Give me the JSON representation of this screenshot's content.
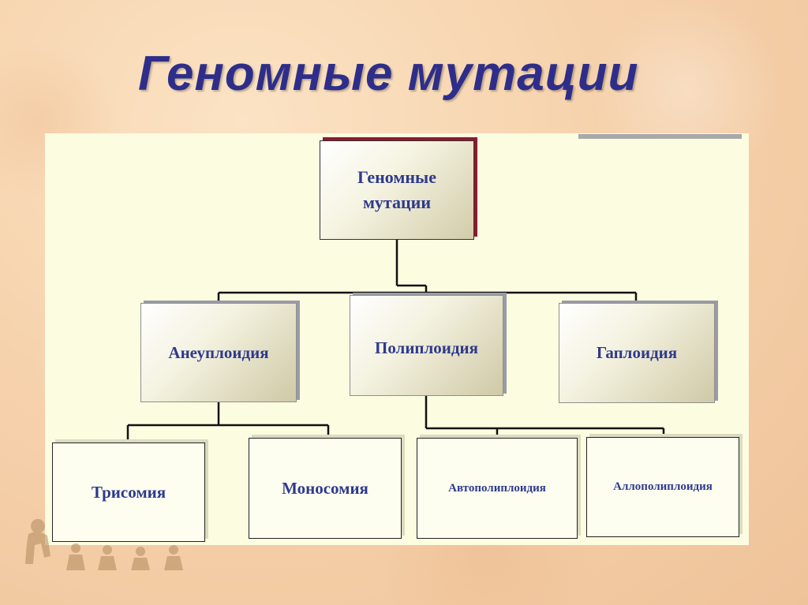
{
  "slide": {
    "title": "Геномные мутации"
  },
  "diagram": {
    "root": {
      "line1": "Геномные",
      "line2": "мутации"
    },
    "level1": {
      "aneuploidy": "Анеуплоидия",
      "polyploidy": "Полиплоидия",
      "haploidy": "Гаплоидия"
    },
    "level2": {
      "trisomy": "Трисомия",
      "monosomy": "Моносомия",
      "autopolyploidy": "Автополиплоидия",
      "allopolyploidy": "Аллополиплоидия"
    }
  },
  "colors": {
    "title": "#2e2e8a",
    "box_text": "#2e3a8c",
    "panel": "#fcfce1",
    "root_shadow": "#8c1b2c"
  }
}
